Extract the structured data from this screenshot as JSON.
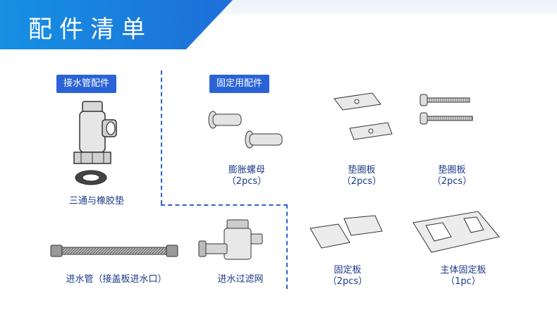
{
  "header": {
    "title": "配件清单"
  },
  "sections": {
    "water_pipe": {
      "tag": "接水管配件"
    },
    "fixing": {
      "tag": "固定用配件"
    }
  },
  "parts": {
    "tee": {
      "name": "三通与橡胶垫"
    },
    "inlet_pipe": {
      "name": "进水管（接盖板进水口）"
    },
    "filter": {
      "name": "进水过滤网"
    },
    "nut": {
      "name": "膨胀螺母",
      "qty": "（2pcs）"
    },
    "washer_plate": {
      "name": "垫圈板",
      "qty": "（2pcs）"
    },
    "screw": {
      "name": "垫圈板",
      "qty": "（2pcs）"
    },
    "fix_plate": {
      "name": "固定板",
      "qty": "（2pcs）"
    },
    "main_plate": {
      "name": "主体固定板",
      "qty": "（1pc）"
    }
  },
  "colors": {
    "accent": "#2a63d6",
    "banner": "#1590e3",
    "text": "#1b3a8a"
  }
}
